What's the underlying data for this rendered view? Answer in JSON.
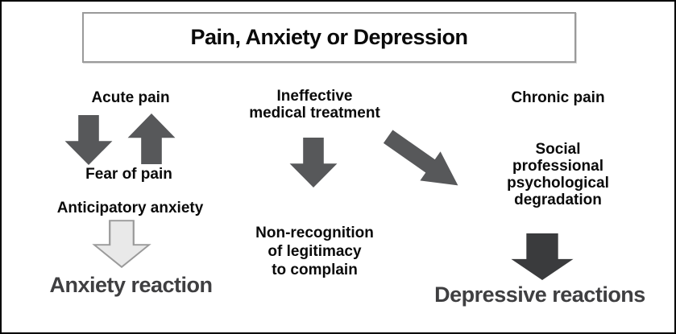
{
  "diagram": {
    "title": "Pain, Anxiety or Depression"
  },
  "left_pathway": {
    "acute_pain": "Acute pain",
    "fear_of_pain": "Fear of pain",
    "anticipatory_anxiety": "Anticipatory anxiety",
    "anxiety_reaction": "Anxiety reaction"
  },
  "middle_pathway": {
    "ineffective_treatment": "Ineffective\nmedical treatment",
    "non_recognition": "Non-recognition\nof legitimacy\nto complain"
  },
  "right_pathway": {
    "chronic_pain": "Chronic pain",
    "degradation": "Social\nprofessional\npsychological\ndegradation",
    "depressive_reactions": "Depressive reactions"
  },
  "icons": {
    "left_down": "down-arrow-icon",
    "left_up": "up-arrow-icon",
    "anticipatory_down": "light-down-arrow-icon",
    "middle_down": "down-arrow-icon",
    "middle_diagonal": "diagonal-down-right-arrow-icon",
    "right_down": "dark-down-arrow-icon"
  },
  "colors": {
    "arrow_gray": "#57585a",
    "arrow_dark": "#3a3b3d",
    "arrow_light_fill": "#e9e9e9",
    "arrow_light_stroke": "#9a9a9a",
    "emphasis_text": "#3f3f41",
    "heading_text": "#0a0a0a",
    "frame_border": "#000000",
    "title_box_border": "#9a9a9a"
  }
}
